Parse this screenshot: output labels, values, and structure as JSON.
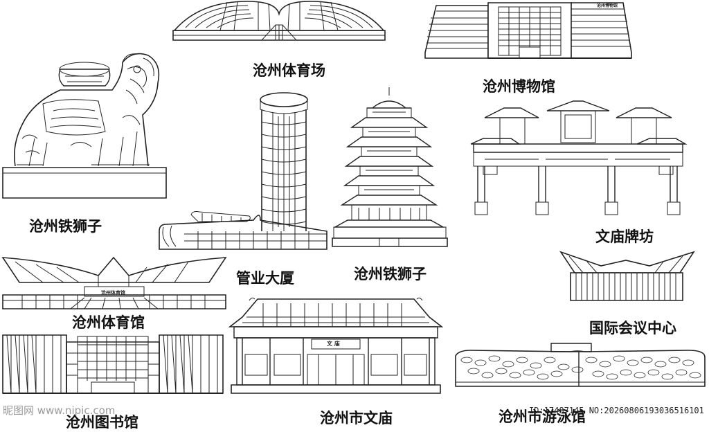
{
  "labels": {
    "stadium": "沧州体育场",
    "museum": "沧州博物馆",
    "lion": "沧州铁狮子",
    "tower": "管业大厦",
    "pagoda": "沧州铁狮子",
    "archway": "文庙牌坊",
    "gym": "沧州体育馆",
    "conference": "国际会议中心",
    "library": "沧州图书馆",
    "temple": "沧州市文庙",
    "swimming": "沧州市游泳馆"
  },
  "signs": {
    "museum": "沧州博物馆",
    "gym": "沧州体育馆",
    "temple": "文 庙"
  },
  "watermark": {
    "site": "昵图网 www.nipic.com",
    "id": "ID:17487145 NO:20260806193036516101"
  },
  "colors": {
    "line": "#222222",
    "background": "#ffffff"
  }
}
